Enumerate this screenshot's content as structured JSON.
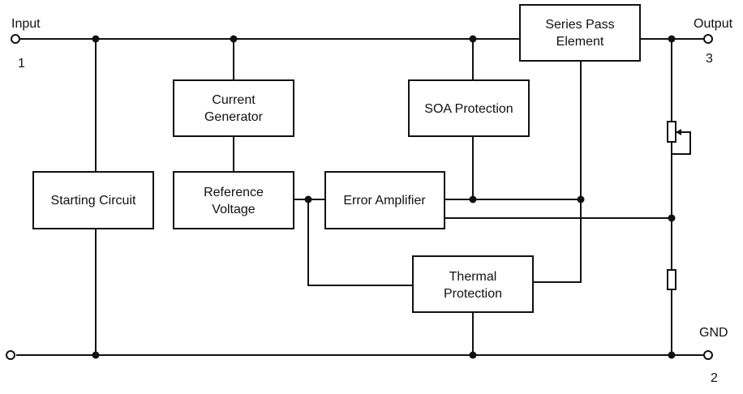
{
  "terminals": {
    "input": {
      "label": "Input",
      "pin": "1"
    },
    "output": {
      "label": "Output",
      "pin": "3"
    },
    "gnd": {
      "label": "GND",
      "pin": "2"
    }
  },
  "blocks": {
    "series_pass": {
      "line1": "Series Pass",
      "line2": "Element"
    },
    "current_generator": {
      "line1": "Current",
      "line2": "Generator"
    },
    "soa_protection": {
      "line1": "SOA Protection"
    },
    "starting_circuit": {
      "line1": "Starting Circuit"
    },
    "reference_voltage": {
      "line1": "Reference",
      "line2": "Voltage"
    },
    "error_amplifier": {
      "line1": "Error Amplifier"
    },
    "thermal_protection": {
      "line1": "Thermal",
      "line2": "Protection"
    }
  }
}
